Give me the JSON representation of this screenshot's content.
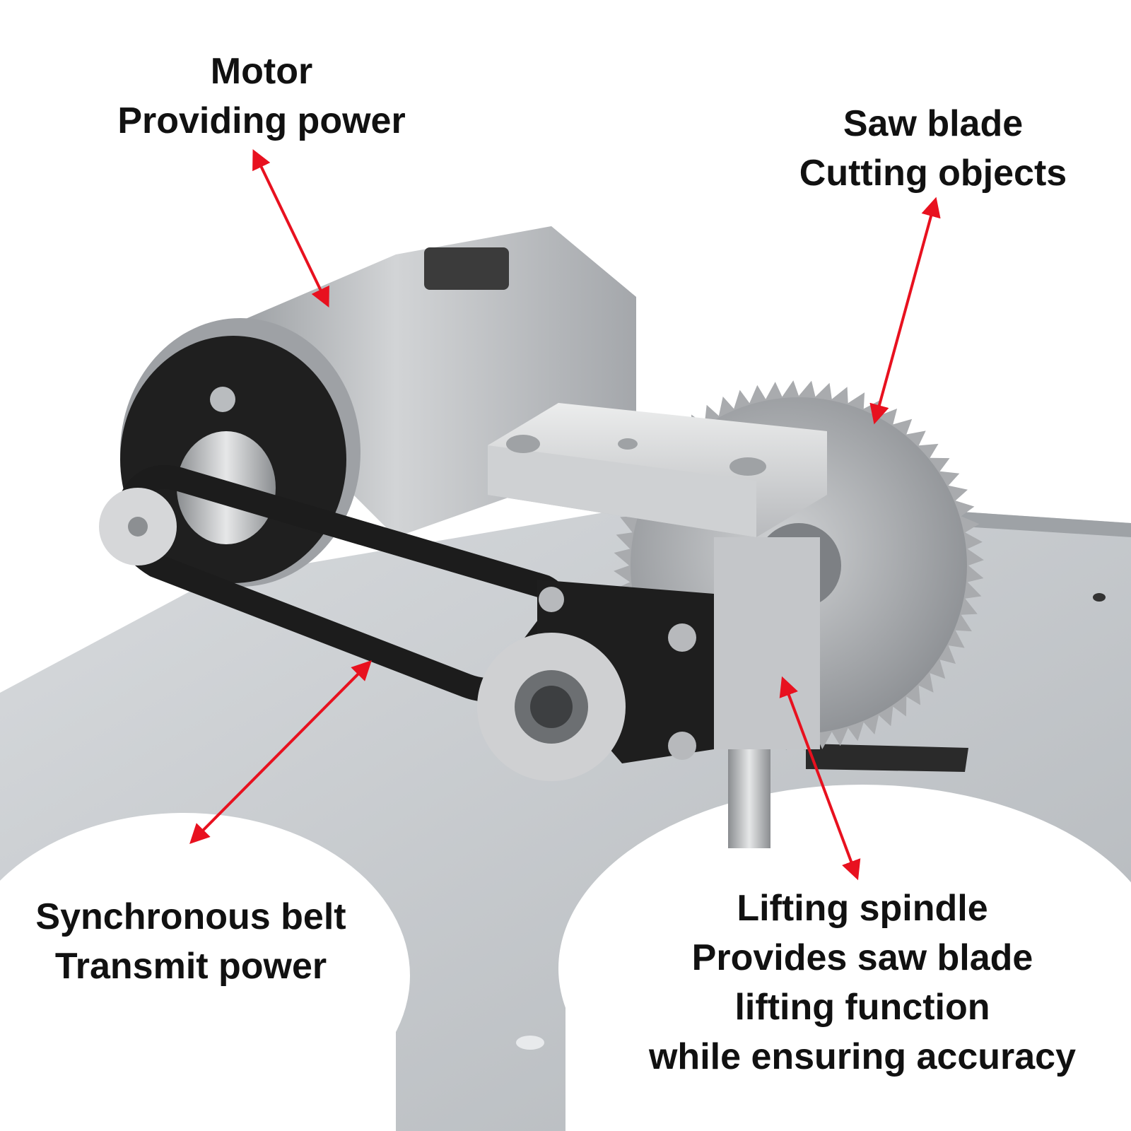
{
  "labels": {
    "motor": {
      "line1": "Motor",
      "line2": "Providing power"
    },
    "saw_blade": {
      "line1": "Saw blade",
      "line2": "Cutting objects"
    },
    "belt": {
      "line1": "Synchronous belt",
      "line2": "Transmit power"
    },
    "spindle": {
      "line1": "Lifting spindle",
      "line2": "Provides saw blade",
      "line3": "lifting function",
      "line4": "while ensuring accuracy"
    }
  },
  "colors": {
    "arrow": "#e8111f",
    "background": "#ffffff",
    "base_plate": "#c8ccd0",
    "motor_body": "#b9bcc0",
    "belt": "#1c1c1c",
    "aluminum": "#d9dadc",
    "blade": "#a9abae",
    "text": "#111111"
  },
  "icons": {
    "motor": "motor-icon",
    "saw_blade": "saw-blade-icon",
    "belt": "timing-belt-icon",
    "spindle": "spindle-block-icon"
  }
}
